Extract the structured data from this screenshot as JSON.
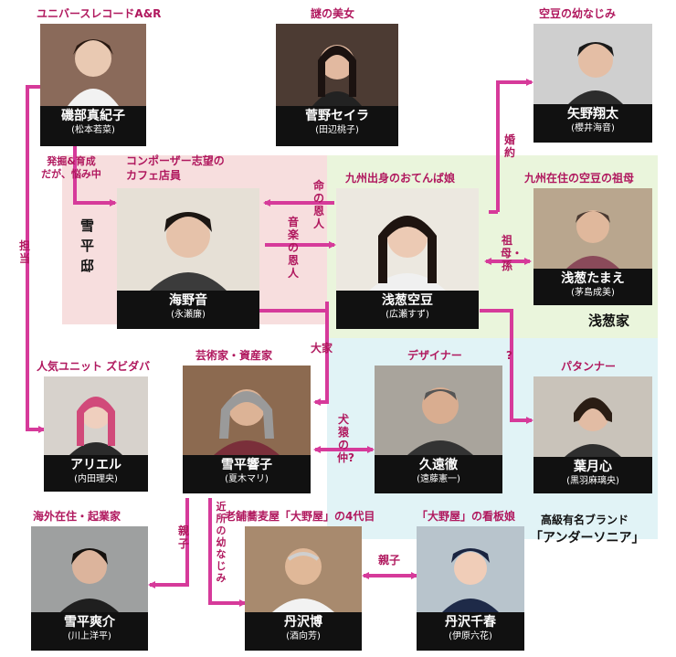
{
  "colors": {
    "accent": "#d63a9a",
    "label": "#b0185e",
    "pink_bg": "#f7dede",
    "green_bg": "#eaf5dc",
    "blue_bg": "#e1f3f6"
  },
  "nodes": {
    "isobe": {
      "role": "ユニバースレコードA&R",
      "name": "磯部真紀子",
      "actor": "(松本若菜)"
    },
    "sugano": {
      "role": "謎の美女",
      "name": "菅野セイラ",
      "actor": "(田辺桃子)"
    },
    "yano": {
      "role": "空豆の幼なじみ",
      "name": "矢野翔太",
      "actor": "(櫻井海音)"
    },
    "umino": {
      "role": "コンポーザー志望の\nカフェ店員",
      "name": "海野音",
      "actor": "(永瀬廉)"
    },
    "asakusa_sorame": {
      "role": "九州出身のおてんば娘",
      "name": "浅葱空豆",
      "actor": "(広瀬すず)"
    },
    "asakusa_tamae": {
      "role": "九州在住の空豆の祖母",
      "name": "浅葱たまえ",
      "actor": "(茅島成美)"
    },
    "ariel": {
      "role": "人気ユニット ズビダバ",
      "name": "アリエル",
      "actor": "(内田理央)"
    },
    "kyoko": {
      "role": "芸術家・資産家",
      "name": "雪平響子",
      "actor": "(夏木マリ)"
    },
    "kudo": {
      "role": "デザイナー",
      "name": "久遠徹",
      "actor": "(遠藤憲一)"
    },
    "hazuki": {
      "role": "パタンナー",
      "name": "葉月心",
      "actor": "(黒羽麻璃央)"
    },
    "sosuke": {
      "role": "海外在住・起業家",
      "name": "雪平爽介",
      "actor": "(川上洋平)"
    },
    "hiroshi": {
      "role": "老舗蕎麦屋「大野屋」の4代目",
      "name": "丹沢博",
      "actor": "(酒向芳)"
    },
    "chiharu": {
      "role": "「大野屋」の看板娘",
      "name": "丹沢千春",
      "actor": "(伊原六花)"
    }
  },
  "relations": {
    "hakkutsu": "発掘&育成\nだが、悩み中",
    "tanto": "担当",
    "konyaku": "婚約",
    "inochi": "命の恩人",
    "ongaku": "音楽の恩人",
    "sobo": "祖母・孫",
    "ooya": "大家",
    "question": "?",
    "kenen": "犬猿の仲?",
    "oyako1": "親子",
    "kinjo": "近所の幼なじみ",
    "oyako2": "親子"
  },
  "houses": {
    "yukihira": "雪平邸",
    "asakusa": "浅葱家",
    "brand": "高級有名ブランド",
    "brand_name": "「アンダーソニア」"
  }
}
